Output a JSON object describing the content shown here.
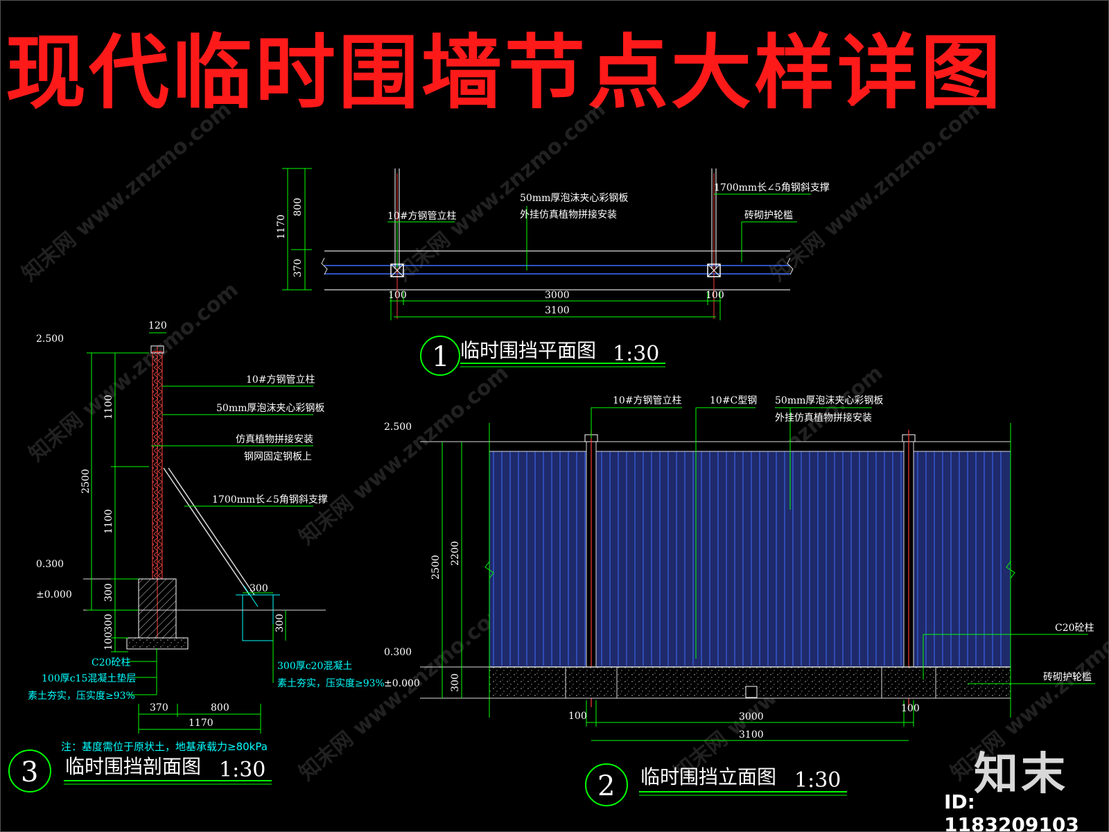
{
  "title": "现代临时围墙节点大样详图",
  "watermark": "知末网 www.znzmo.com",
  "brand": {
    "logo": "知末",
    "id": "ID: 1183209103"
  },
  "colors": {
    "title": "#ff1a1a",
    "dim": "#00ff00",
    "leader": "#00ff00",
    "panel": "#1f2a6b",
    "panel_stripe": "#3f6fff",
    "post": "#ff3b3b",
    "cyan": "#00ffff"
  },
  "plan": {
    "number": "1",
    "name": "临时围挡平面图",
    "scale": "1:30",
    "labels": {
      "post": "10#方钢管立柱",
      "panel_1": "50mm厚泡沫夹心彩钢板",
      "panel_2": "外挂仿真植物拼接安装",
      "brace": "1700mm长∠5角钢斜支撑",
      "curb": "砖砌护轮槛"
    },
    "dims": {
      "v_total": "1170",
      "v_top": "800",
      "v_bottom": "370",
      "post_l": "100",
      "span": "3000",
      "post_r": "100",
      "total": "3100"
    }
  },
  "elevation": {
    "number": "2",
    "name": "临时围挡立面图",
    "scale": "1:30",
    "labels": {
      "post": "10#方钢管立柱",
      "channel": "10#C型钢",
      "panel_1": "50mm厚泡沫夹心彩钢板",
      "panel_2": "外挂仿真植物拼接安装",
      "column": "C20砼柱",
      "curb": "砖砌护轮槛"
    },
    "levels": {
      "top": "2.500",
      "mid": "0.300",
      "ground": "±0.000"
    },
    "dims": {
      "total_h": "2500",
      "panel_h": "2200",
      "base_h": "300",
      "post_l": "100",
      "post_r": "100",
      "span": "3000",
      "total": "3100"
    }
  },
  "section": {
    "number": "3",
    "name": "临时围挡剖面图",
    "scale": "1:30",
    "labels": {
      "post": "10#方钢管立柱",
      "panel": "50mm厚泡沫夹心彩钢板",
      "plant_1": "仿真植物拼接安装",
      "plant_2": "钢网固定钢板上",
      "brace": "1700mm长∠5角钢斜支撑",
      "column": "C20砼柱",
      "cushion": "100厚c15混凝土垫层",
      "soil": "素土夯实，压实度≥93%",
      "footing": "300厚c20混凝土",
      "footing_soil": "素土夯实，压实度≥93%"
    },
    "levels": {
      "top": "2.500",
      "mid": "0.300",
      "ground": "±0.000"
    },
    "dims": {
      "top_w": "120",
      "upper": "1100",
      "lower": "1100",
      "total": "2500",
      "plinth": "300",
      "foot": "300",
      "cushion": "100",
      "foot_w": "300",
      "foot_h": "300",
      "w_left": "370",
      "w_right": "800",
      "w_total": "1170"
    },
    "note": "注：基度需位于原状土，地基承载力≥80kPa"
  }
}
